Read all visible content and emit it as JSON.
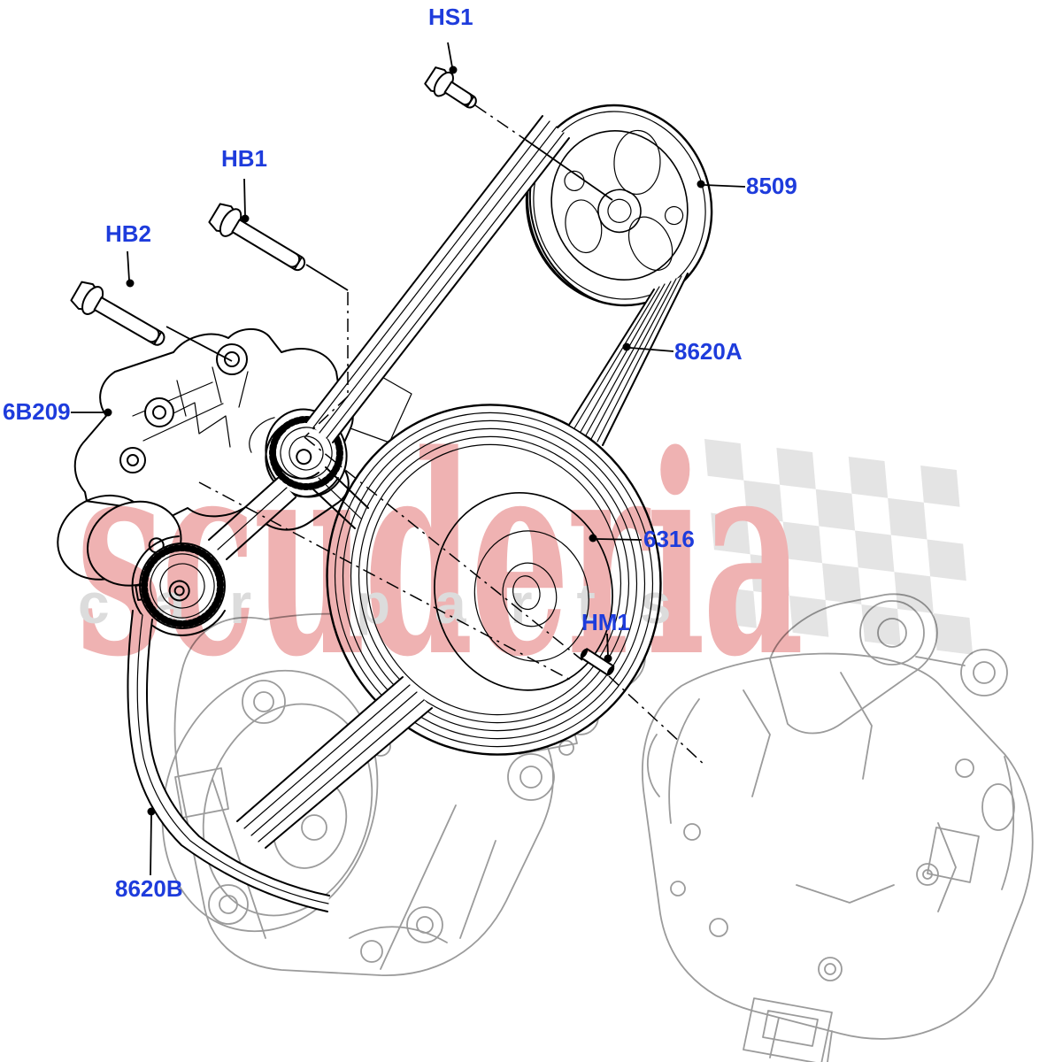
{
  "title": "Pulleys and drive belts parts diagram",
  "labels": {
    "hs1": "HS1",
    "hb1": "HB1",
    "hb2": "HB2",
    "bracket": "6B209",
    "pump_pulley": "8509",
    "belt_upper": "8620A",
    "crank_pulley": "6316",
    "pin": "HM1",
    "belt_lower": "8620B"
  },
  "watermark": {
    "brand": "scuderia",
    "subtitle": "car parts"
  },
  "colors": {
    "label_blue": "#1e3cdc",
    "line_black": "#000000",
    "component_gray": "#9b9b9b",
    "brand_pink": "#efb2b2",
    "subtitle_gray": "#dcdcdc",
    "flag_gray": "#e4e4e4",
    "background": "#ffffff"
  }
}
